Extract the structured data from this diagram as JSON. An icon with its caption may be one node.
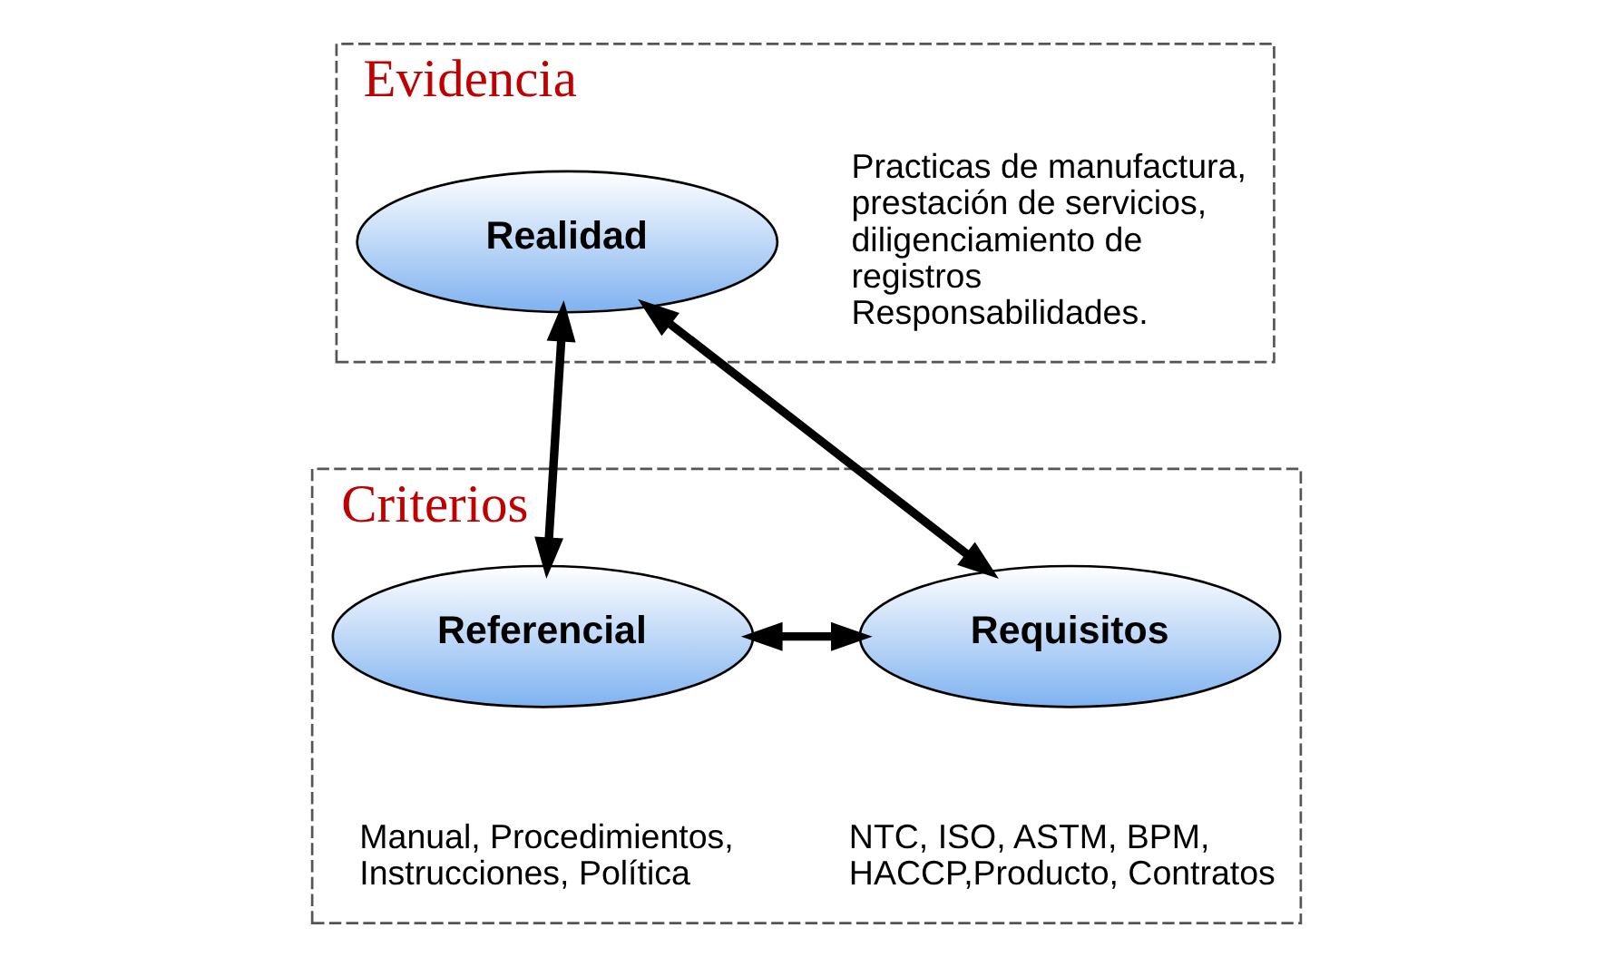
{
  "diagram": {
    "nodes": [
      {
        "text": [
          "Evidencia"
        ]
      },
      {
        "text": [
          "Realidad"
        ],
        "in": 0,
        "beside": [
          "Practicas de manufactura, prestación de servicios, diligenciamiento de registros Responsabilidades."
        ]
      },
      {
        "text": [
          "Criterios"
        ]
      },
      {
        "text": [
          "Referencial"
        ],
        "in": 2,
        "beside": [
          "Manual, Procedimientos, Instrucciones, Política"
        ]
      },
      {
        "text": [
          "Requisitos"
        ],
        "in": 2,
        "beside": [
          "NTC, ISO, ASTM, BPM, HACCP,Producto, Contratos"
        ]
      }
    ],
    "edges": [
      {
        "from": 1,
        "to": 3,
        "arrow": "both"
      },
      {
        "from": 1,
        "to": 4,
        "arrow": "both"
      },
      {
        "from": 3,
        "to": 4,
        "arrow": "both"
      }
    ]
  }
}
